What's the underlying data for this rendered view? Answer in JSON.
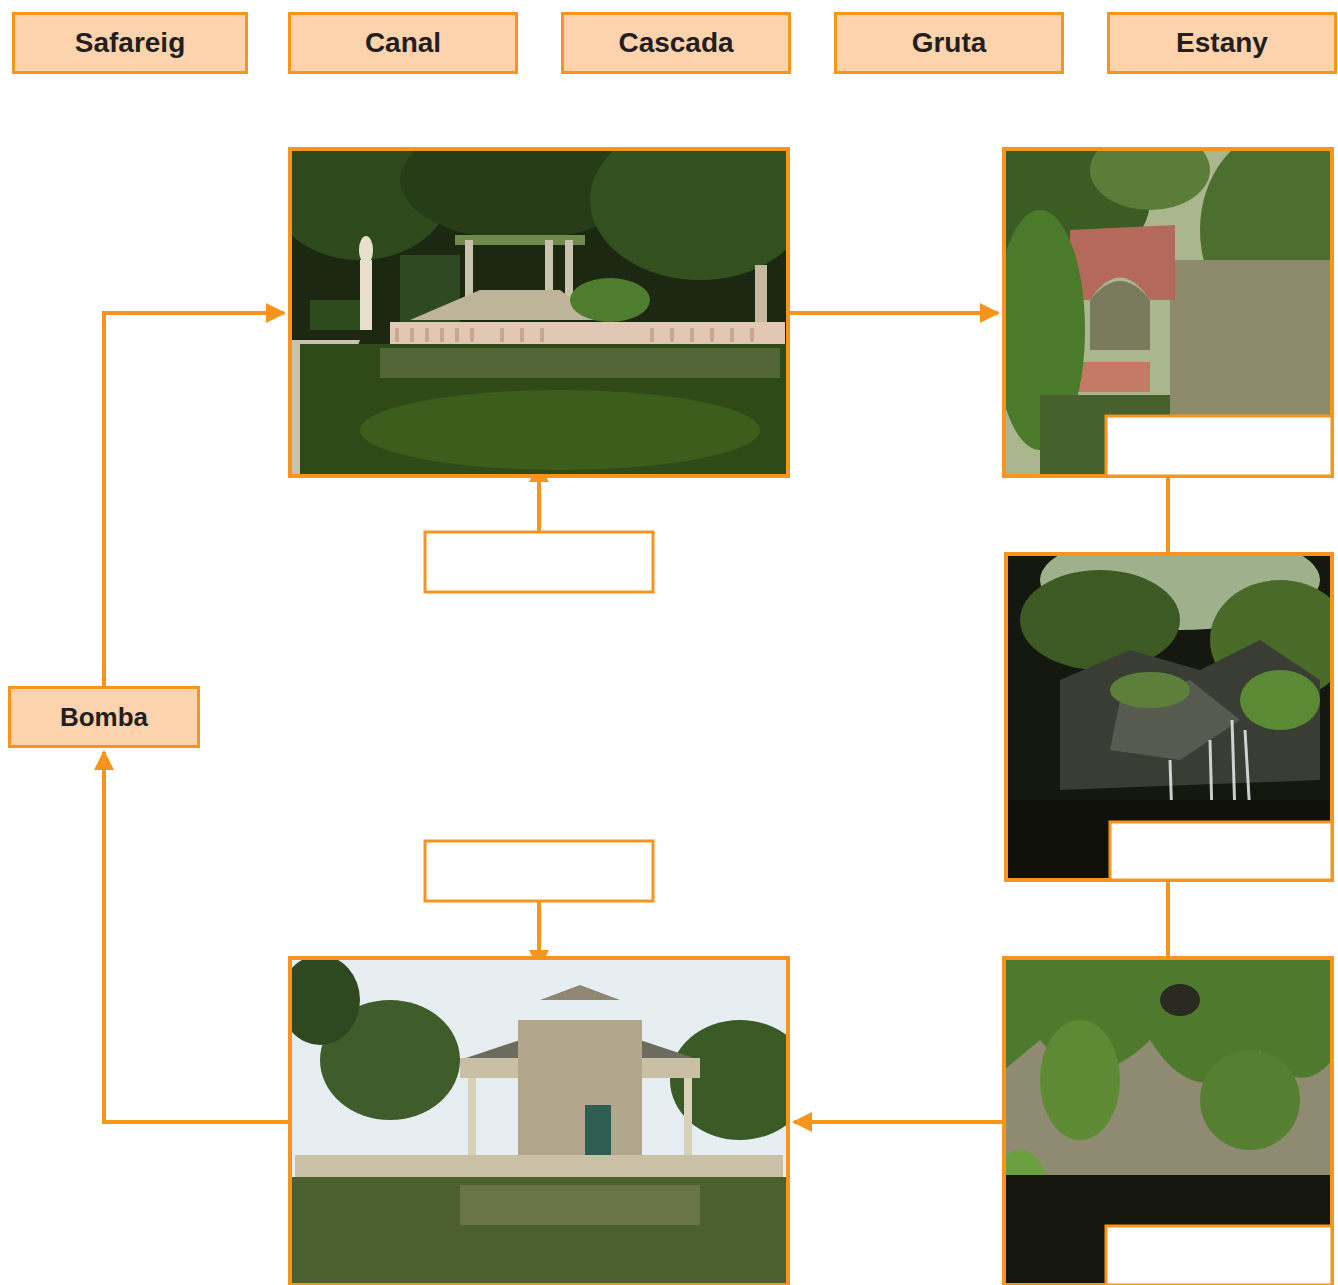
{
  "diagram": {
    "nodes": [
      {
        "text": [
          "Safareig"
        ]
      },
      {
        "text": [
          "Canal"
        ]
      },
      {
        "text": [
          "Cascada"
        ]
      },
      {
        "text": [
          "Gruta"
        ]
      },
      {
        "text": [
          "Estany"
        ]
      },
      {
        "text": [
          "Bomba"
        ]
      }
    ]
  }
}
